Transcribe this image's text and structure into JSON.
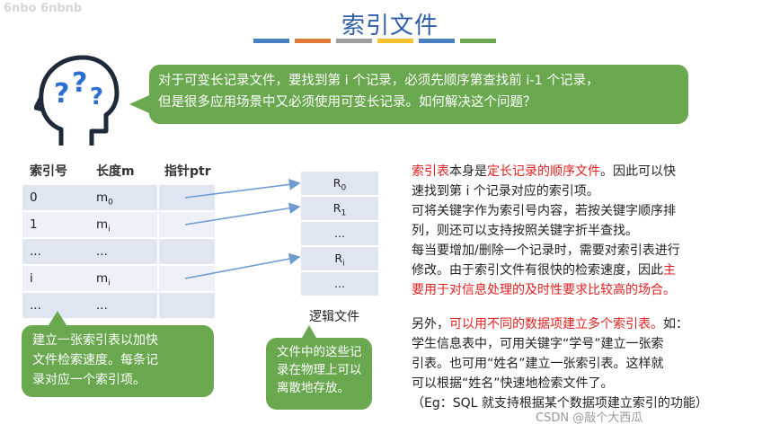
{
  "title": "索引文件",
  "top_left_faint": "6nbo 6nbnb",
  "accent_bars": [
    "#4a7fc1",
    "#e07b39",
    "#9e9e9e",
    "#f2c12e",
    "#4a7fc1",
    "#6aa84f"
  ],
  "question": {
    "line1": "对于可变长记录文件，要找到第 i 个记录，必须先顺序第查找前 i-1 个记录，",
    "line2": "但是很多应用场景中又必须使用可变长记录。如何解决这个问题？"
  },
  "index_table": {
    "headers": [
      "索引号",
      "长度m",
      "指针ptr"
    ],
    "rows": [
      {
        "id": "0",
        "len": "m",
        "len_sub": "0"
      },
      {
        "id": "1",
        "len": "m",
        "len_sub": "i"
      },
      {
        "id": "...",
        "len": "...",
        "len_sub": ""
      },
      {
        "id": "i",
        "len": "m",
        "len_sub": "i"
      },
      {
        "id": "...",
        "len": "...",
        "len_sub": ""
      }
    ]
  },
  "logic_file": {
    "rows": [
      {
        "text": "R",
        "sub": "0"
      },
      {
        "text": "R",
        "sub": "1"
      },
      {
        "text": "...",
        "sub": ""
      },
      {
        "text": "R",
        "sub": "i"
      },
      {
        "text": "...",
        "sub": ""
      }
    ],
    "label": "逻辑文件"
  },
  "bubble_left": {
    "lines": [
      "建立一张索引表以加快",
      "文件检索速度。每条记",
      "录对应一个索引项。"
    ]
  },
  "bubble_mid": {
    "lines": [
      "文件中的这些记",
      "录在物理上可以",
      "离散地存放。"
    ]
  },
  "explain": {
    "p1_red1": "索引表",
    "p1_a": "本身是",
    "p1_red2": "定长记录的顺序文件",
    "p1_b": "。因此可以快",
    "p1_line2": "速找到第 i 个记录对应的索引项。",
    "p2_line1": "可将关键字作为索引号内容，若按关键字顺序排",
    "p2_line2": "列，则还可以支持按照关键字折半查找。",
    "p3_line1": "每当要增加/删除一个记录时，需要对索引表进行",
    "p3_line2a": "修改。由于索引文件有很快的检索速度，因此",
    "p3_line2red": "主",
    "p3_line3red": "要用于对信息处理的及时性要求比较高的场合。",
    "p4_a": "另外，",
    "p4_red": "可以用不同的数据项建立多个索引表。",
    "p4_b": "如：",
    "p4_line2": "学生信息表中，可用关键字“学号”建立一张索",
    "p4_line3": "引表。也可用“姓名”建立一张索引表。这样就",
    "p4_line4": "可以根据“姓名”快速地检索文件了。",
    "p4_line5": "（Eg：SQL 就支持根据某个数据项建立索引的功能）"
  },
  "watermark": "CSDN @敲个大西瓜"
}
